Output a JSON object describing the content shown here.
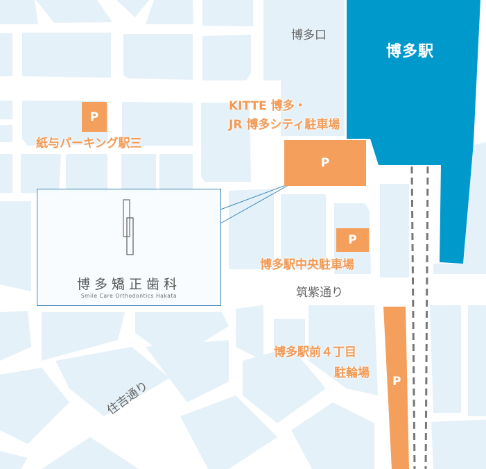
{
  "colors": {
    "block": "#e4f1f8",
    "station": "#0099cc",
    "parking": "#f4a05c",
    "label": "#f29a55",
    "road_label": "#666666"
  },
  "station": {
    "name": "博多駅",
    "exit": "博多口"
  },
  "roads": {
    "chikushi": "筑紫通り",
    "sumiyoshi": "住吉通り"
  },
  "parkings": [
    {
      "symbol": "P",
      "name": "紙与パーキング駅三"
    },
    {
      "symbol": "P",
      "name_line1": "KITTE 博多・",
      "name_line2": "JR 博多シティ駐車場"
    },
    {
      "symbol": "P",
      "name": "博多駅中央駐車場"
    },
    {
      "symbol": "P",
      "name_line1": "博多駅前４丁目",
      "name_line2": "駐輪場"
    }
  ],
  "clinic": {
    "name": "博多矯正歯科",
    "subtitle": "Smile Care Orthodontics Hakata"
  }
}
